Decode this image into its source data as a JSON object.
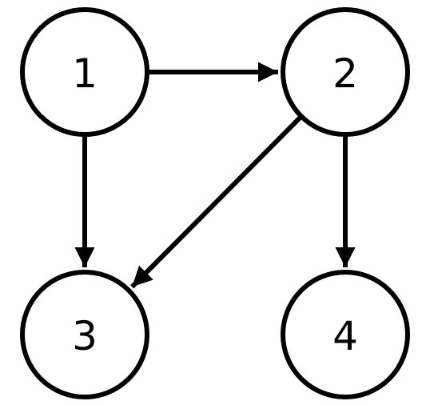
{
  "diagram": {
    "type": "directed-graph",
    "colors": {
      "stroke": "#000000",
      "fill": "#ffffff",
      "text": "#000000"
    },
    "nodes": [
      {
        "id": "1",
        "label": "1"
      },
      {
        "id": "2",
        "label": "2"
      },
      {
        "id": "3",
        "label": "3"
      },
      {
        "id": "4",
        "label": "4"
      }
    ],
    "edges": [
      {
        "from": "1",
        "to": "2"
      },
      {
        "from": "1",
        "to": "3"
      },
      {
        "from": "2",
        "to": "3"
      },
      {
        "from": "2",
        "to": "4"
      }
    ]
  }
}
